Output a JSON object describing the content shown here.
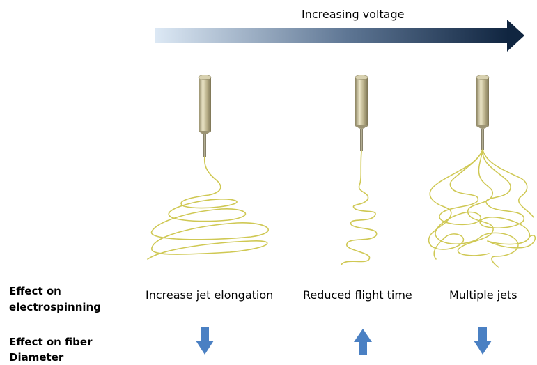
{
  "header": {
    "voltage_label": "Increasing voltage"
  },
  "rows": {
    "electrospinning_label_line1": "Effect on",
    "electrospinning_label_line2": "electrospinning",
    "fiber_label_line1": "Effect on fiber",
    "fiber_label_line2": "Diameter"
  },
  "columns": [
    {
      "effect": "Increase jet elongation",
      "fiber_diameter": "decrease"
    },
    {
      "effect": "Reduced flight time",
      "fiber_diameter": "increase"
    },
    {
      "effect": "Multiple jets",
      "fiber_diameter": "decrease"
    }
  ],
  "colors": {
    "arrow_light": "#dde9f5",
    "arrow_dark": "#102540",
    "fiber": "#cfc853",
    "needle": "#b7ae86",
    "indicator_arrow": "#4a80c3"
  }
}
